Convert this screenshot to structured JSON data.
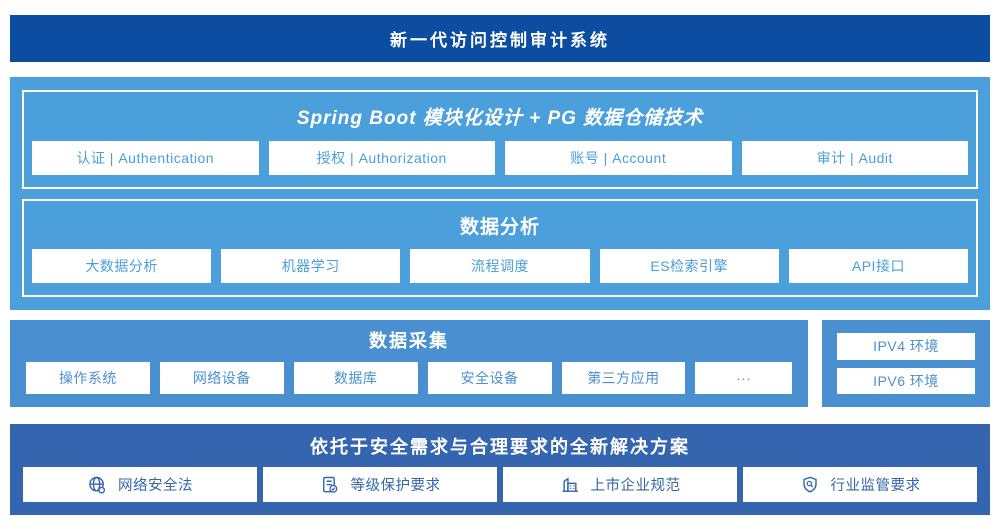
{
  "header": {
    "title": "新一代访问控制审计系统"
  },
  "platform": {
    "modules": {
      "title": "Spring Boot 模块化设计 + PG 数据仓储技术",
      "items": [
        "认证 | Authentication",
        "授权 | Authorization",
        "账号 | Account",
        "审计 | Audit"
      ]
    },
    "analysis": {
      "title": "数据分析",
      "items": [
        "大数据分析",
        "机器学习",
        "流程调度",
        "ES检索引擎",
        "API接口"
      ]
    }
  },
  "collection": {
    "title": "数据采集",
    "items": [
      "操作系统",
      "网络设备",
      "数据库",
      "安全设备",
      "第三方应用",
      "···"
    ]
  },
  "network": {
    "items": [
      "IPV4 环境",
      "IPV6 环境"
    ]
  },
  "solution": {
    "title": "依托于安全需求与合理要求的全新解决方案",
    "items": [
      {
        "icon": "globe-icon",
        "label": "网络安全法"
      },
      {
        "icon": "document-check-icon",
        "label": "等级保护要求"
      },
      {
        "icon": "building-icon",
        "label": "上市企业规范"
      },
      {
        "icon": "shield-search-icon",
        "label": "行业监管要求"
      }
    ]
  },
  "colors": {
    "header_bg": "#0d4da1",
    "platform_bg": "#4ba0dc",
    "collection_bg": "#4a90d0",
    "solution_bg": "#3465ae",
    "platform_box_text": "#4a9fd8",
    "collection_box_text": "#4a90d0",
    "solution_box_text": "#3465ae",
    "title_text": "#ffffff"
  }
}
